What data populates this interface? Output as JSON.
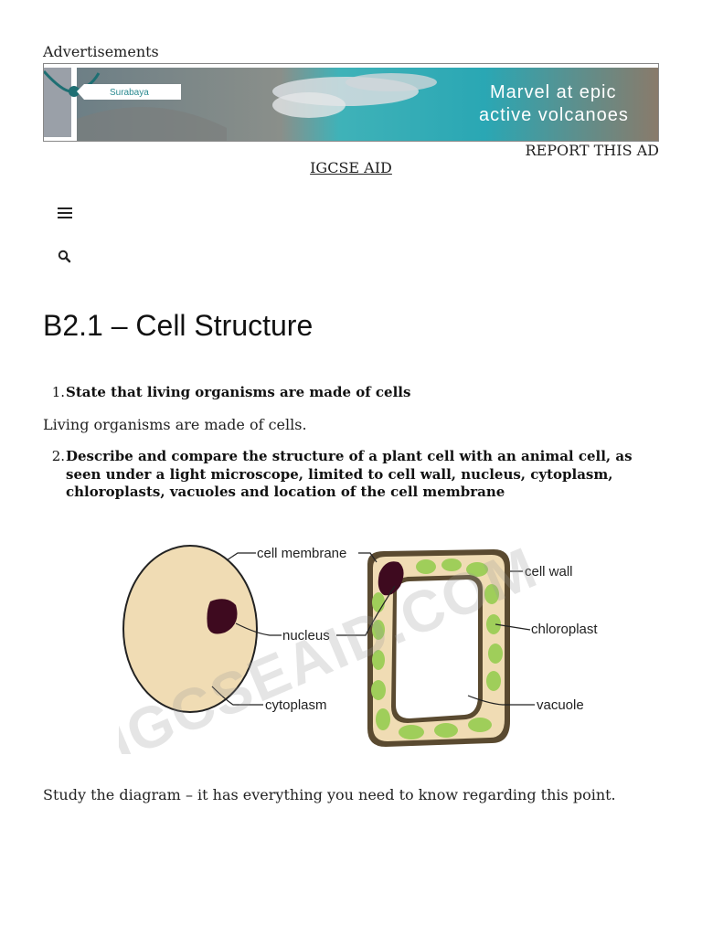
{
  "ad": {
    "label": "Advertisements",
    "map_place": "Surabaya",
    "headline_line1": "Marvel at epic",
    "headline_line2": "active volcanoes",
    "report": "REPORT THIS AD"
  },
  "site": {
    "name": "IGCSE AID"
  },
  "icons": {
    "menu": "hamburger-menu-icon",
    "search": "search-icon"
  },
  "article": {
    "title": "B2.1 – Cell Structure",
    "q1": {
      "number": "1.",
      "text": "State that living organisms are made of cells"
    },
    "a1": "Living organisms are made of cells.",
    "q2": {
      "number": "2.",
      "text": "Describe and compare the structure of a plant cell with an animal cell, as seen under a light microscope, limited to cell wall, nucleus, cytoplasm, chloroplasts, vacuoles and location of the cell membrane"
    },
    "diagram": {
      "watermark": "IGCSEAID.COM",
      "labels": {
        "cell_membrane": "cell membrane",
        "nucleus": "nucleus",
        "cytoplasm": "cytoplasm",
        "cell_wall": "cell wall",
        "chloroplast": "chloroplast",
        "vacuole": "vacuole"
      },
      "colors": {
        "cytoplasm": "#f0dcb4",
        "nucleus": "#3e0a1f",
        "chloroplast": "#9fce5a",
        "wall": "#5a4a30"
      }
    },
    "closing": "Study the diagram – it has everything you need to know regarding this point."
  }
}
